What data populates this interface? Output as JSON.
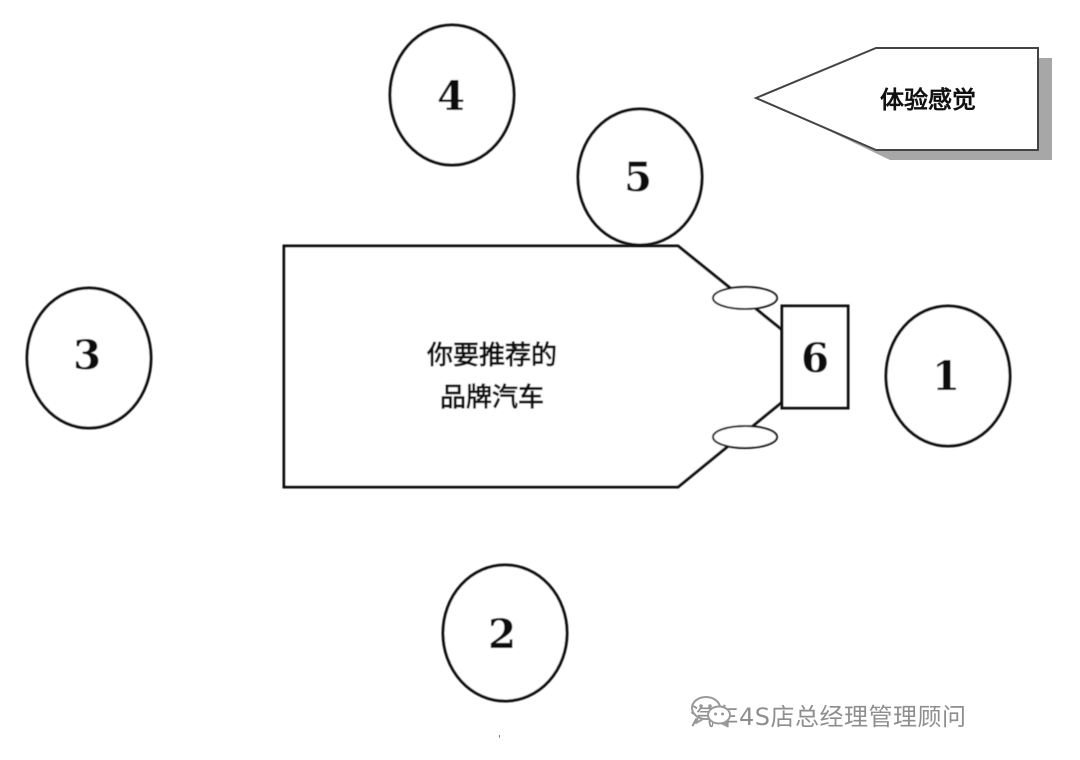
{
  "car": {
    "line1": "你要推荐的",
    "line2": "品牌汽车"
  },
  "positions": {
    "p1": "1",
    "p2": "2",
    "p3": "3",
    "p4": "4",
    "p5": "5",
    "p6": "6"
  },
  "arrow": {
    "label": "体验感觉"
  },
  "watermark": {
    "text": "汽车4S店总经理管理顾问",
    "icon": "wechat-icon"
  },
  "colors": {
    "line": "#111111",
    "shadow": "#8a8a8a",
    "watermark": "#8e8e8e"
  }
}
